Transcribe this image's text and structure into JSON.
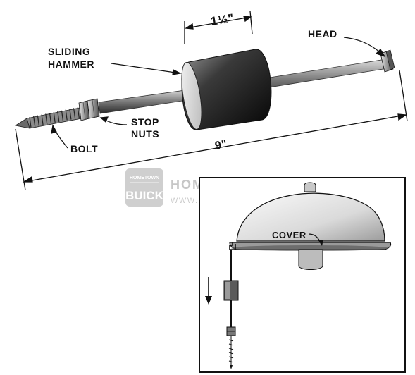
{
  "labels": {
    "width": "1½\"",
    "head": "HEAD",
    "sliding_hammer_line1": "SLIDING",
    "sliding_hammer_line2": "HAMMER",
    "stop_nuts_line1": "STOP",
    "stop_nuts_line2": "NUTS",
    "bolt": "BOLT",
    "length": "9\"",
    "cover": "COVER"
  },
  "watermark": {
    "logo_top": "HOMETOWN",
    "logo_bottom": "BUICK",
    "title": "HOMETOWN BUICK",
    "url": "WWW.HOMETOWNBUICK.COM"
  }
}
